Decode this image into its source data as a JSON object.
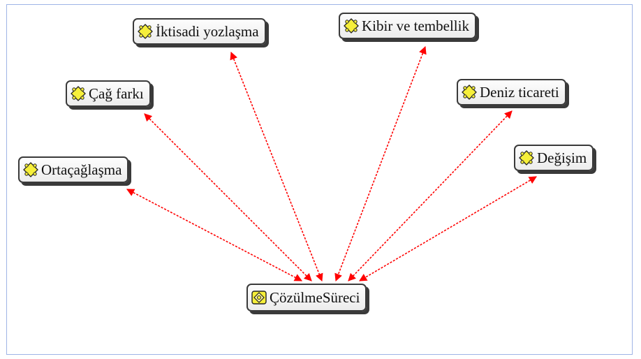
{
  "nodes": {
    "iktisadi": "İktisadi yozlaşma",
    "kibir": "Kibir ve tembellik",
    "cag": "Çağ farkı",
    "deniz": "Deniz ticareti",
    "ortacag": "Ortaçağlaşma",
    "degisim": "Değişim",
    "center": "ÇözülmeSüreci"
  },
  "colors": {
    "edge": "#ff0000",
    "node_border": "#3a3a3a",
    "icon_fill": "#f6ef3a",
    "frame": "#9fb4e6"
  },
  "icons": {
    "concept": "concept-icon",
    "center": "central-concept-icon"
  }
}
